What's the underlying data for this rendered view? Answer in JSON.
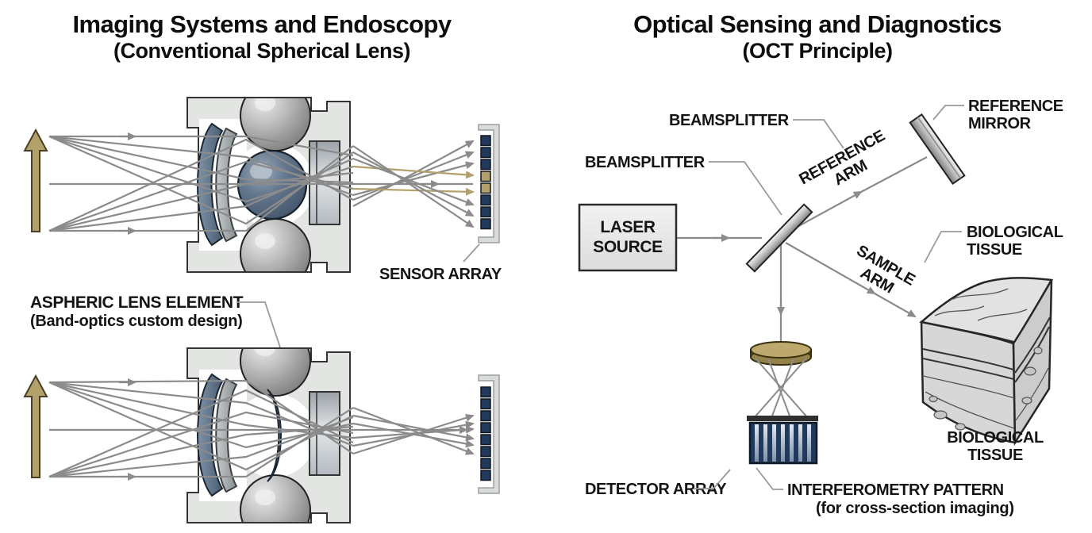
{
  "left_panel": {
    "title": "Imaging Systems and Endoscopy",
    "subtitle": "(Conventional Spherical Lens)",
    "labels": {
      "sensor_array": "SENSOR ARRAY",
      "aspheric_line1": "ASPHERIC LENS ELEMENT",
      "aspheric_line2": "(Band-optics custom design)"
    }
  },
  "right_panel": {
    "title": "Optical Sensing and Diagnostics",
    "subtitle": "(OCT Principle)",
    "labels": {
      "beamsplitter_upper": "BEAMSPLITTER",
      "beamsplitter_lower": "BEAMSPLITTER",
      "laser_source": [
        "LASER",
        "SOURCE"
      ],
      "reference_arm": [
        "REFERENCE",
        "ARM"
      ],
      "sample_arm": [
        "SAMPLE",
        "ARM"
      ],
      "reference_mirror": [
        "REFERENCE",
        "MIRROR"
      ],
      "biological_tissue_callout": [
        "BIOLOGICAL",
        "TISSUE"
      ],
      "biological_tissue_caption": [
        "BIOLOGICAL",
        "TISSUE"
      ],
      "detector_array": "DETECTOR ARRAY",
      "interferometry_line1": "INTERFEROMETRY PATTERN",
      "interferometry_line2": "(for cross-section imaging)"
    }
  },
  "colors": {
    "ray_gray": "#8b8b8b",
    "tan": "#b2a16b",
    "tan_dark": "#94824a",
    "navy": "#21395c",
    "housing_gray": "#e3e5e3",
    "text": "#141414"
  }
}
